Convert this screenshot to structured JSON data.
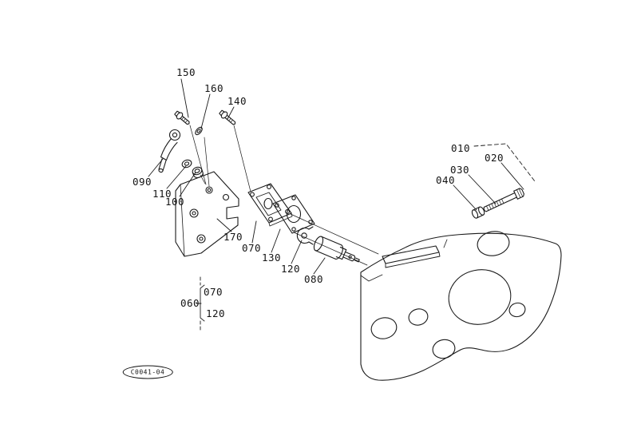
{
  "figure": {
    "code": "C0041-04",
    "background_color": "#ffffff",
    "line_color": "#1a1a1a"
  },
  "labels": [
    {
      "id": "150",
      "text": "150"
    },
    {
      "id": "160",
      "text": "160"
    },
    {
      "id": "140",
      "text": "140"
    },
    {
      "id": "090",
      "text": "090"
    },
    {
      "id": "110",
      "text": "110"
    },
    {
      "id": "100",
      "text": "100"
    },
    {
      "id": "170",
      "text": "170"
    },
    {
      "id": "070",
      "text": "070"
    },
    {
      "id": "130",
      "text": "130"
    },
    {
      "id": "120",
      "text": "120"
    },
    {
      "id": "080",
      "text": "080"
    },
    {
      "id": "010",
      "text": "010"
    },
    {
      "id": "020",
      "text": "020"
    },
    {
      "id": "030",
      "text": "030"
    },
    {
      "id": "040",
      "text": "040"
    },
    {
      "id": "070b",
      "text": "070"
    },
    {
      "id": "060",
      "text": "060"
    },
    {
      "id": "120b",
      "text": "120"
    }
  ]
}
